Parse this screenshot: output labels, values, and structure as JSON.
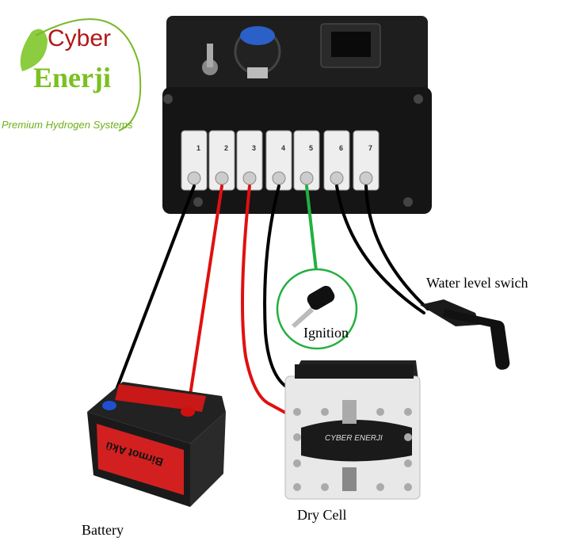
{
  "logo": {
    "line1": "Cyber",
    "line2": "Enerji",
    "tagline": "Premium Hydrogen Systems"
  },
  "terminals": [
    "1",
    "2",
    "3",
    "4",
    "5",
    "6",
    "7"
  ],
  "labels": {
    "water_switch": "Water level swich",
    "ignition": "Ignition",
    "battery": "Battery",
    "dry_cell": "Dry Cell"
  },
  "battery_brand": "Birmot Akü",
  "dry_cell_brand": "CYBER ENERJI",
  "colors": {
    "wire_black": "#000000",
    "wire_red": "#e01010",
    "wire_green": "#22b040",
    "logo_red": "#b01818",
    "logo_green": "#7cc020"
  }
}
